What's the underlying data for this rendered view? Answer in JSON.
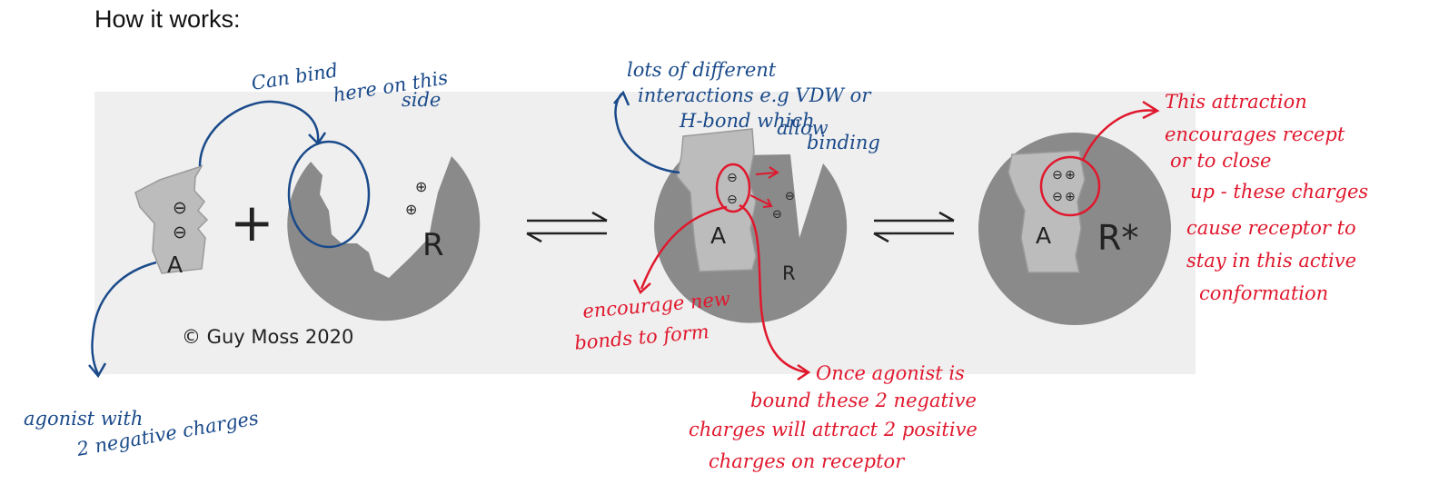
{
  "heading": "How it works:",
  "figure": {
    "copyright": "© Guy Moss 2020",
    "agonist_label": "A",
    "receptor_label": "R",
    "active_receptor_label": "R*",
    "plus_sign": "+",
    "neg_charge": "⊖",
    "pos_charge": "⊕",
    "colors": {
      "panel": "#efefef",
      "receptor": "#8a8a8a",
      "agonist": "#bcbcbc",
      "ink_blue": "#1a4a8a",
      "ink_red": "#e0182d"
    }
  },
  "notes_blue": {
    "bind_site": [
      "Can bind",
      "here on this",
      "side"
    ],
    "interactions": [
      "lots of different",
      "interactions e.g VDW or",
      "H-bond which",
      "allow",
      "binding"
    ],
    "agonist": [
      "agonist with",
      "2 negative charges"
    ]
  },
  "notes_red": {
    "new_bonds": [
      "encourage new",
      "bonds to form"
    ],
    "once_bound": [
      "Once agonist is",
      "bound these 2 negative",
      "charges will attract 2 positive",
      "charges on receptor"
    ],
    "attraction": [
      "This attraction",
      "encourages recept",
      "or to close",
      "up - these charges",
      "cause receptor to",
      "stay in this active",
      "conformation"
    ]
  }
}
